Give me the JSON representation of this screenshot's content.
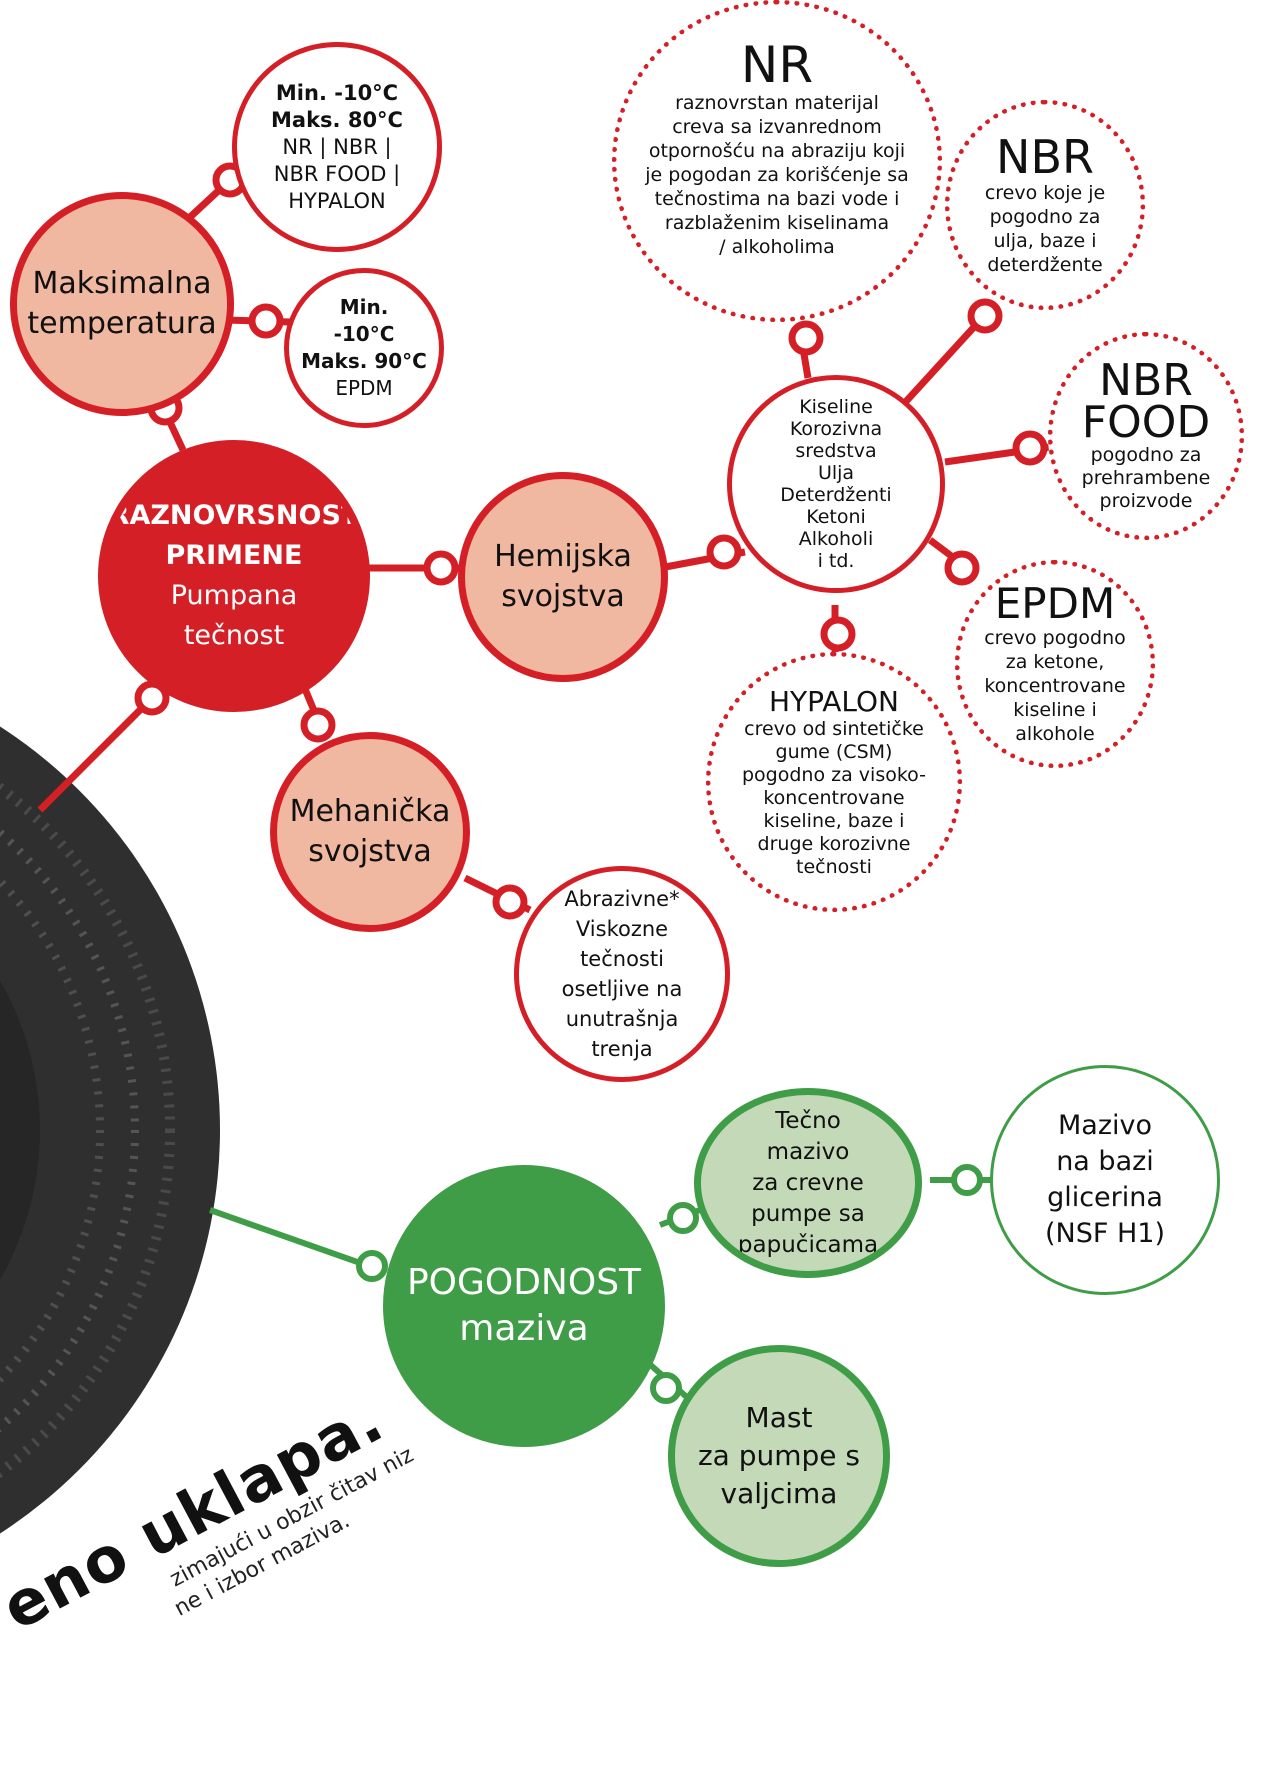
{
  "colors": {
    "red": "#d41f26",
    "peach": "#f0b8a0",
    "green": "#3f9c47",
    "sage": "#c4d9b7",
    "hose_dark": "#3a3a3a"
  },
  "temperature": {
    "title": [
      "Maksimalna",
      "temperatura"
    ],
    "range_a": {
      "min": "Min. -10°C",
      "max": "Maks. 80°C",
      "materials": [
        "NR | NBR |",
        "NBR FOOD |",
        "HYPALON"
      ]
    },
    "range_b": {
      "min_label": "Min.",
      "min_value": "-10°C",
      "max": "Maks. 90°C",
      "materials": "EPDM"
    }
  },
  "hub": {
    "line1": "RAZNOVRSNOST",
    "line2": "PRIMENE",
    "line3": "Pumpana",
    "line4": "tečnost"
  },
  "chemical": {
    "title": [
      "Hemijska",
      "svojstva"
    ],
    "list": [
      "Kiseline",
      "Korozivna",
      "sredstva",
      "Ulja",
      "Deterdženti",
      "Ketoni",
      "Alkoholi",
      "i td."
    ]
  },
  "materials": {
    "nr": {
      "name": "NR",
      "desc": [
        "raznovrstan materijal",
        "creva sa izvanrednom",
        "otpornošću na abraziju koji",
        "je pogodan za korišćenje sa",
        "tečnostima na bazi vode i",
        "razblaženim kiselinama",
        "/ alkoholima"
      ]
    },
    "nbr": {
      "name": "NBR",
      "desc": [
        "crevo koje je",
        "pogodno za",
        "ulja, baze i",
        "deterdžente"
      ]
    },
    "nbr_food": {
      "name": [
        "NBR",
        "FOOD"
      ],
      "desc": [
        "pogodno za",
        "prehrambene",
        "proizvode"
      ]
    },
    "epdm": {
      "name": "EPDM",
      "desc": [
        "crevo pogodno",
        "za ketone,",
        "koncentrovane",
        "kiseline i",
        "alkohole"
      ]
    },
    "hypalon": {
      "name": "HYPALON",
      "desc": [
        "crevo od sintetičke",
        "gume (CSM)",
        "pogodno za visoko-",
        "koncentrovane",
        "kiseline, baze i",
        "druge korozivne",
        "tečnosti"
      ]
    }
  },
  "mechanical": {
    "title": [
      "Mehanička",
      "svojstva"
    ],
    "list": [
      "Abrazivne*",
      "Viskozne",
      "tečnosti",
      "osetljive na",
      "unutrašnja",
      "trenja"
    ]
  },
  "lubricant": {
    "title": [
      "POGODNOST",
      "maziva"
    ],
    "liquid": [
      "Tečno",
      "mazivo",
      "za crevne",
      "pumpe sa",
      "papučicama"
    ],
    "glycerin": [
      "Mazivo",
      "na bazi",
      "glicerina",
      "(NSF H1)"
    ],
    "grease": [
      "Mast",
      "za pumpe s",
      "valjcima"
    ]
  },
  "caption": {
    "headline": "eno uklapa.",
    "line1": "zimajući u obzir čitav niz",
    "line2": "ne i izbor maziva."
  }
}
